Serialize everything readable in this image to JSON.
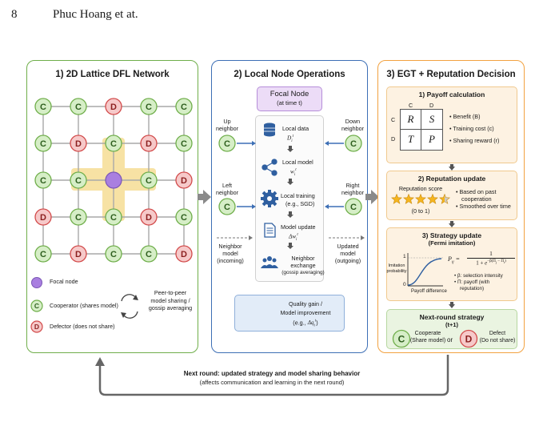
{
  "header": {
    "page_number": "8",
    "authors": "Phuc Hoang et at."
  },
  "panel1": {
    "title": "1) 2D Lattice DFL Network",
    "grid": [
      [
        "C",
        "C",
        "D",
        "C",
        "C"
      ],
      [
        "C",
        "D",
        "C",
        "D",
        "C"
      ],
      [
        "C",
        "C",
        "",
        "C",
        "D"
      ],
      [
        "D",
        "C",
        "C",
        "D",
        "C"
      ],
      [
        "C",
        "D",
        "C",
        "C",
        "D"
      ]
    ],
    "legend": {
      "focal": "Focal node",
      "cooperator": "Cooperator (shares model)",
      "defector": "Defector (does not share)",
      "p2p": [
        "Peer-to-peer",
        "model sharing /",
        "gossip averaging"
      ]
    }
  },
  "panel2": {
    "title": "2) Local Node Operations",
    "focal_title": "Focal Node",
    "focal_sub": "(at time t)",
    "up": [
      "Up",
      "neighbor"
    ],
    "down": [
      "Down",
      "neighbor"
    ],
    "left": [
      "Left",
      "neighbor"
    ],
    "right": [
      "Right",
      "neighbor"
    ],
    "neighbor_in": [
      "Neighbor",
      "model",
      "(incoming)"
    ],
    "neighbor_out": [
      "Updated",
      "model",
      "(outgoing)"
    ],
    "steps": [
      {
        "title": "Local data",
        "sub": "D_i^t"
      },
      {
        "title": "Local model",
        "sub": "w_i^t"
      },
      {
        "title": "Local training",
        "sub": "(e.g., SGD)"
      },
      {
        "title": "Model update",
        "sub": "Δw_i^t"
      },
      {
        "title": "Neighbor",
        "sub": "exchange",
        "sub2": "(gossip averaging)"
      }
    ],
    "quality": [
      "Quality gain /",
      "Model improvement",
      "(e.g., Δq_i^t)"
    ]
  },
  "panel3": {
    "title": "3) EGT + Reputation Decision",
    "payoff": {
      "title": "1) Payoff calculation",
      "cols": [
        "C",
        "D"
      ],
      "rows": [
        "C",
        "D"
      ],
      "cells": [
        [
          "R",
          "S"
        ],
        [
          "T",
          "P"
        ]
      ],
      "bullets": [
        "Benefit (B)",
        "Training cost (c)",
        "Sharing reward (r)"
      ]
    },
    "reputation": {
      "title": "2) Reputation update",
      "score_label": "Reputation score",
      "range": "(0 to 1)",
      "stars_value": 4.5,
      "bullets": [
        [
          "Based on past",
          "cooperation"
        ],
        [
          "Smoothed over time"
        ]
      ]
    },
    "strategy": {
      "title": "3) Strategy update",
      "subtitle": "(Fermi imitation)",
      "y_top": "1",
      "y_bottom": "0",
      "ylabel": [
        "Imitation",
        "probability"
      ],
      "xlabel": "Payoff difference",
      "formula_lhs": "P_ij =",
      "formula_num": "1",
      "formula_den": "1 + e^{-β(Π_j − Π_i)}",
      "bullets": [
        [
          "β: selection intensity"
        ],
        [
          "Π: payoff (with",
          "reputation)"
        ]
      ]
    },
    "next": {
      "title": "Next-round strategy",
      "sub": "(t+1)",
      "coop": [
        "Cooperate",
        "(Share model)"
      ],
      "or": "or",
      "defect": [
        "Defect",
        "(Do not share)"
      ]
    }
  },
  "footer": {
    "line1": "Next round: updated strategy and model sharing behavior",
    "line2": "(affects communication and learning in the next round)"
  },
  "colors": {
    "green_border": "#6fae4a",
    "blue_border": "#3d6fb5",
    "orange_border": "#f2a241",
    "coop_fill": "#d6eec7",
    "defect_fill": "#f6c9c9",
    "focal_fill": "#a97fe0",
    "highlight": "#f7e2a4"
  }
}
